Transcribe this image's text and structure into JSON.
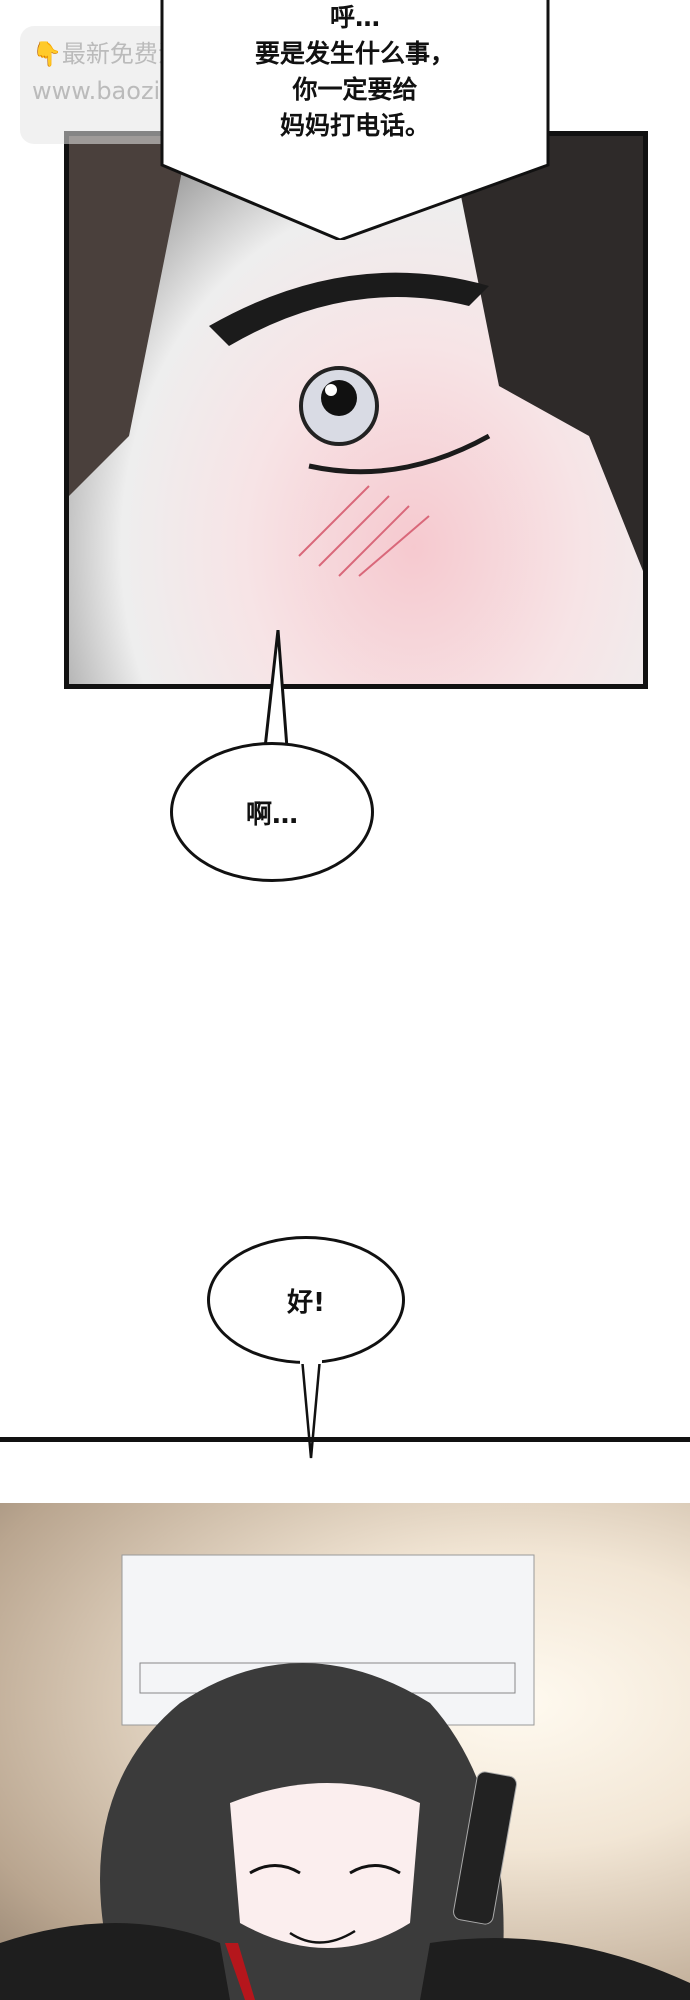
{
  "panel1": {
    "speech_bubble_top": {
      "lines": [
        "呼…",
        "要是发生什么事，",
        "你一定要给",
        "妈妈打电话。"
      ]
    }
  },
  "speech_bubble_ah": {
    "text": "啊…"
  },
  "speech_bubble_ok": {
    "text": "好!"
  },
  "watermark": {
    "line1": "最新免费漫画",
    "line2": "www.baozimh.com",
    "icon": "pointing-down-hand-icon"
  },
  "colors": {
    "border": "#111111",
    "blush": "#f3b8c2",
    "red_collar": "#b5161c"
  }
}
